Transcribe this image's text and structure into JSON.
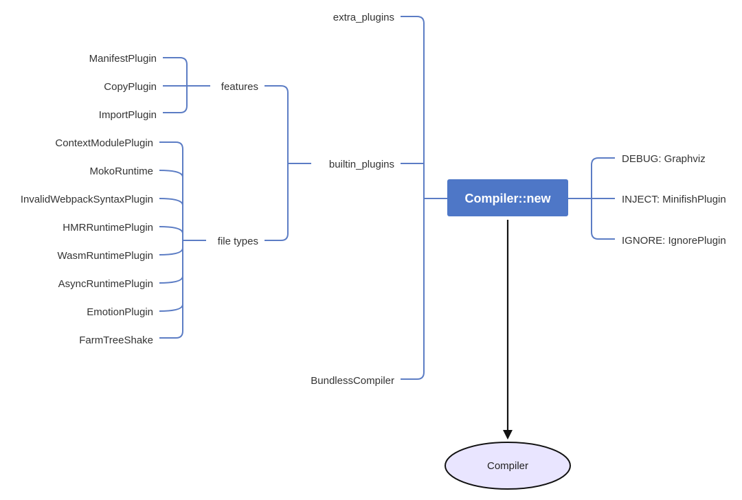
{
  "root": {
    "label": "Compiler::new",
    "fill_color": "#4e77c7"
  },
  "output": {
    "label": "Compiler",
    "fill_color": "#e9e5ff"
  },
  "branches": {
    "extra_plugins": "extra_plugins",
    "builtin_plugins": "builtin_plugins",
    "bundless_compiler": "BundlessCompiler"
  },
  "builtin_groups": {
    "features": "features",
    "file_types": "file types"
  },
  "features_items": [
    "ManifestPlugin",
    "CopyPlugin",
    "ImportPlugin"
  ],
  "file_type_items": [
    "ContextModulePlugin",
    "MokoRuntime",
    "InvalidWebpackSyntaxPlugin",
    "HMRRuntimePlugin",
    "WasmRuntimePlugin",
    "AsyncRuntimePlugin",
    "EmotionPlugin",
    "FarmTreeShake"
  ],
  "env_items": [
    "DEBUG: Graphviz",
    "INJECT: MinifishPlugin",
    "IGNORE: IgnorePlugin"
  ],
  "line_color": "#5b7cc4"
}
